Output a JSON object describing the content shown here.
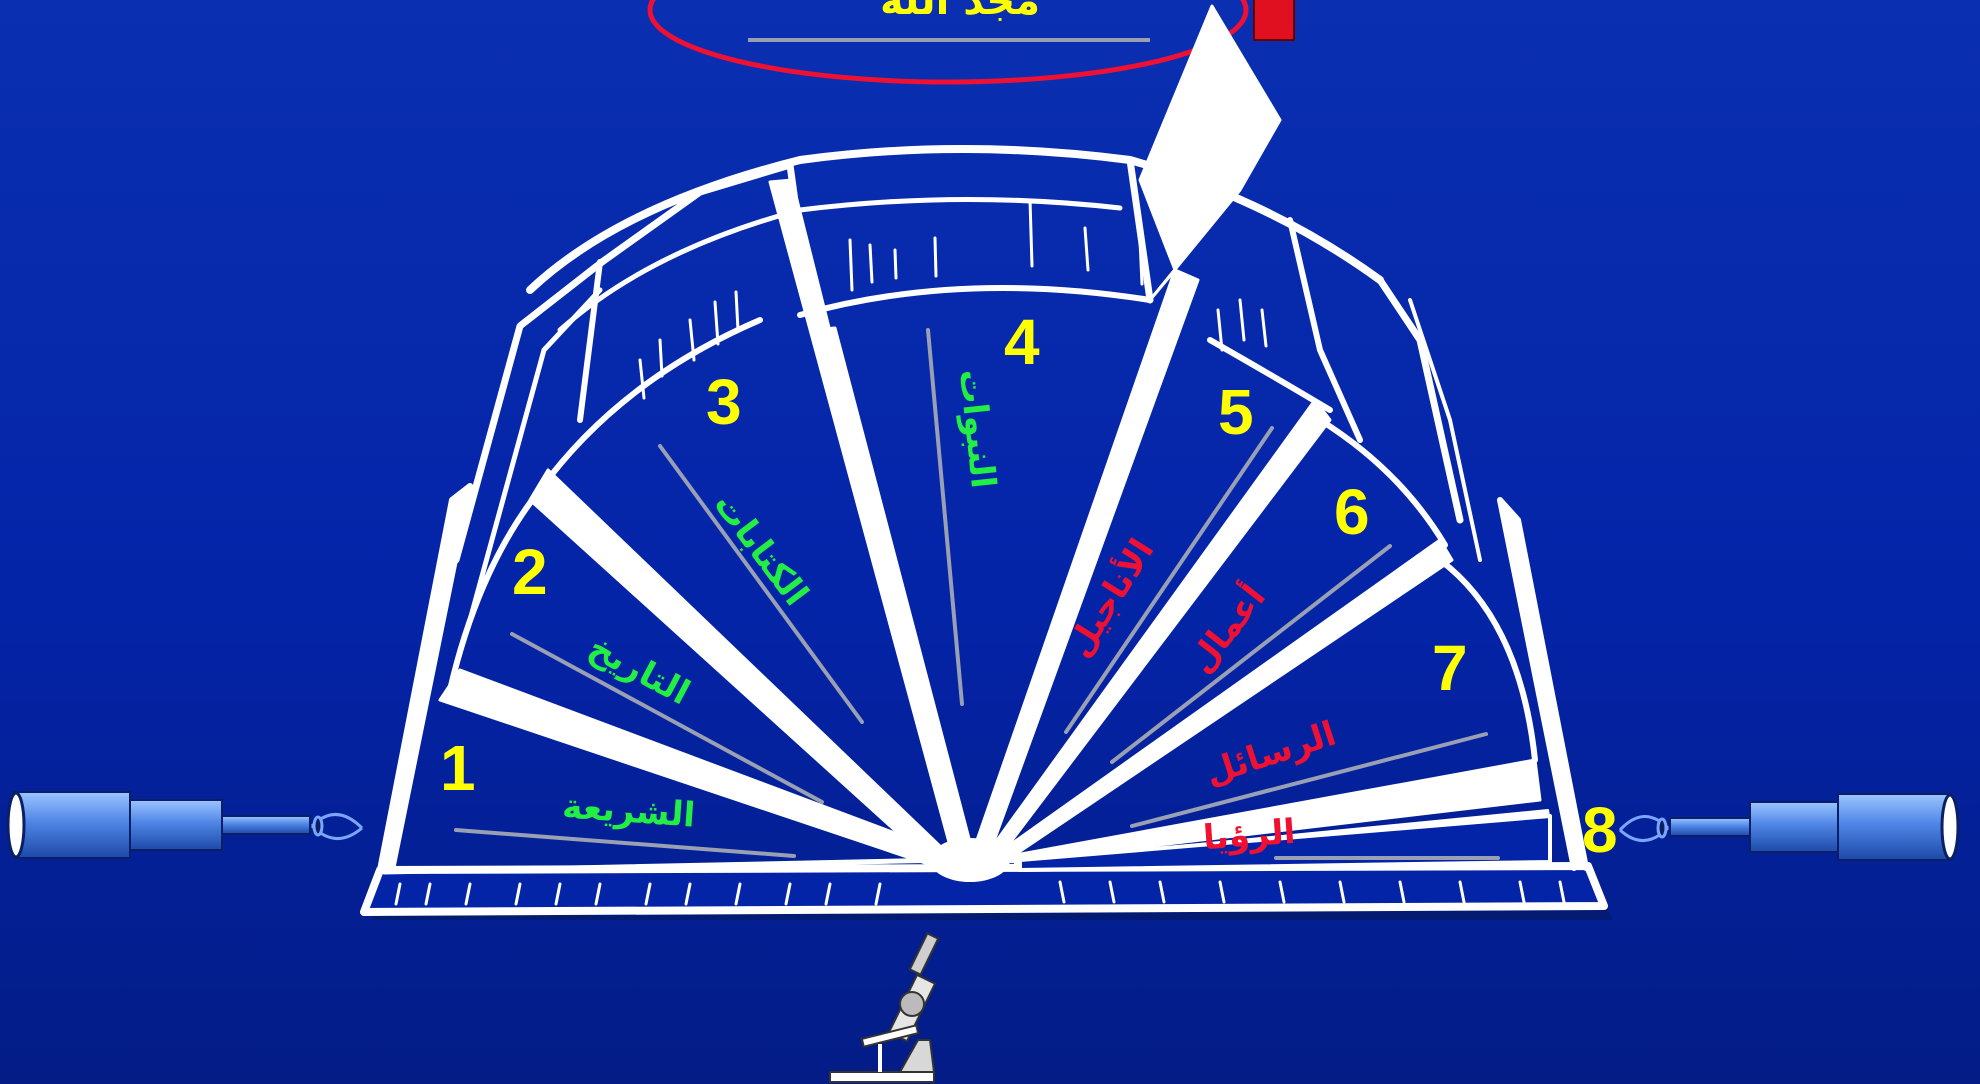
{
  "title": "مجد الله",
  "sections": [
    {
      "number": "1",
      "label": "الشريعة",
      "color": "#22ee44"
    },
    {
      "number": "2",
      "label": "التاريخ",
      "color": "#22ee44"
    },
    {
      "number": "3",
      "label": "الكتابات",
      "color": "#22ee44"
    },
    {
      "number": "4",
      "label": "النبوات",
      "color": "#22ee44"
    },
    {
      "number": "5",
      "label": "الأناجيل",
      "color": "#ee1133"
    },
    {
      "number": "6",
      "label": "أعمال",
      "color": "#ee1133"
    },
    {
      "number": "7",
      "label": "الرسائل",
      "color": "#ee1133"
    },
    {
      "number": "8",
      "label": "الرؤيا",
      "color": "#ee1133"
    }
  ],
  "icons": [
    "telescope-icon",
    "eye-icon",
    "microscope-icon",
    "bookmark-icon"
  ],
  "colors": {
    "background": "#0424a8",
    "number": "#ffff00",
    "ot_label": "#22ee44",
    "nt_label": "#ee1133",
    "book": "#ffffff"
  }
}
